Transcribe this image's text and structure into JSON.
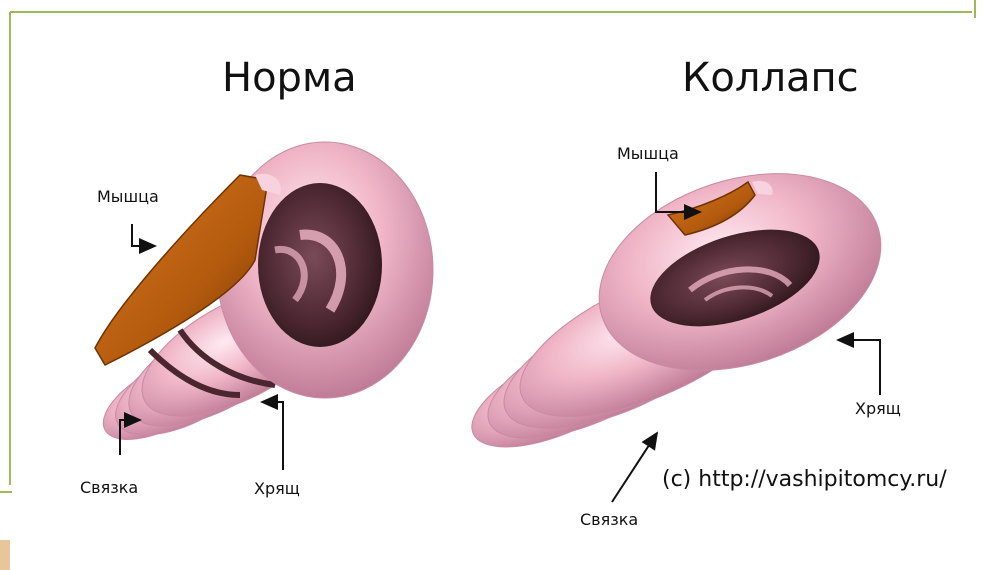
{
  "titles": {
    "normal": "Норма",
    "collapse": "Коллапс"
  },
  "labels": {
    "normal_muscle": "Мышца",
    "normal_ligament": "Связка",
    "normal_cartilage": "Хрящ",
    "collapse_muscle": "Мышца",
    "collapse_cartilage": "Хрящ",
    "collapse_ligament": "Связка"
  },
  "credit": "(c) http://vashipitomcy.ru/",
  "colors": {
    "cartilage": "#f0b6c8",
    "cartilage_dark": "#c27f98",
    "lumen": "#4a2630",
    "muscle": "#b35a0e",
    "muscle_dark": "#6f3303",
    "frame_line": "#9bbb59"
  }
}
